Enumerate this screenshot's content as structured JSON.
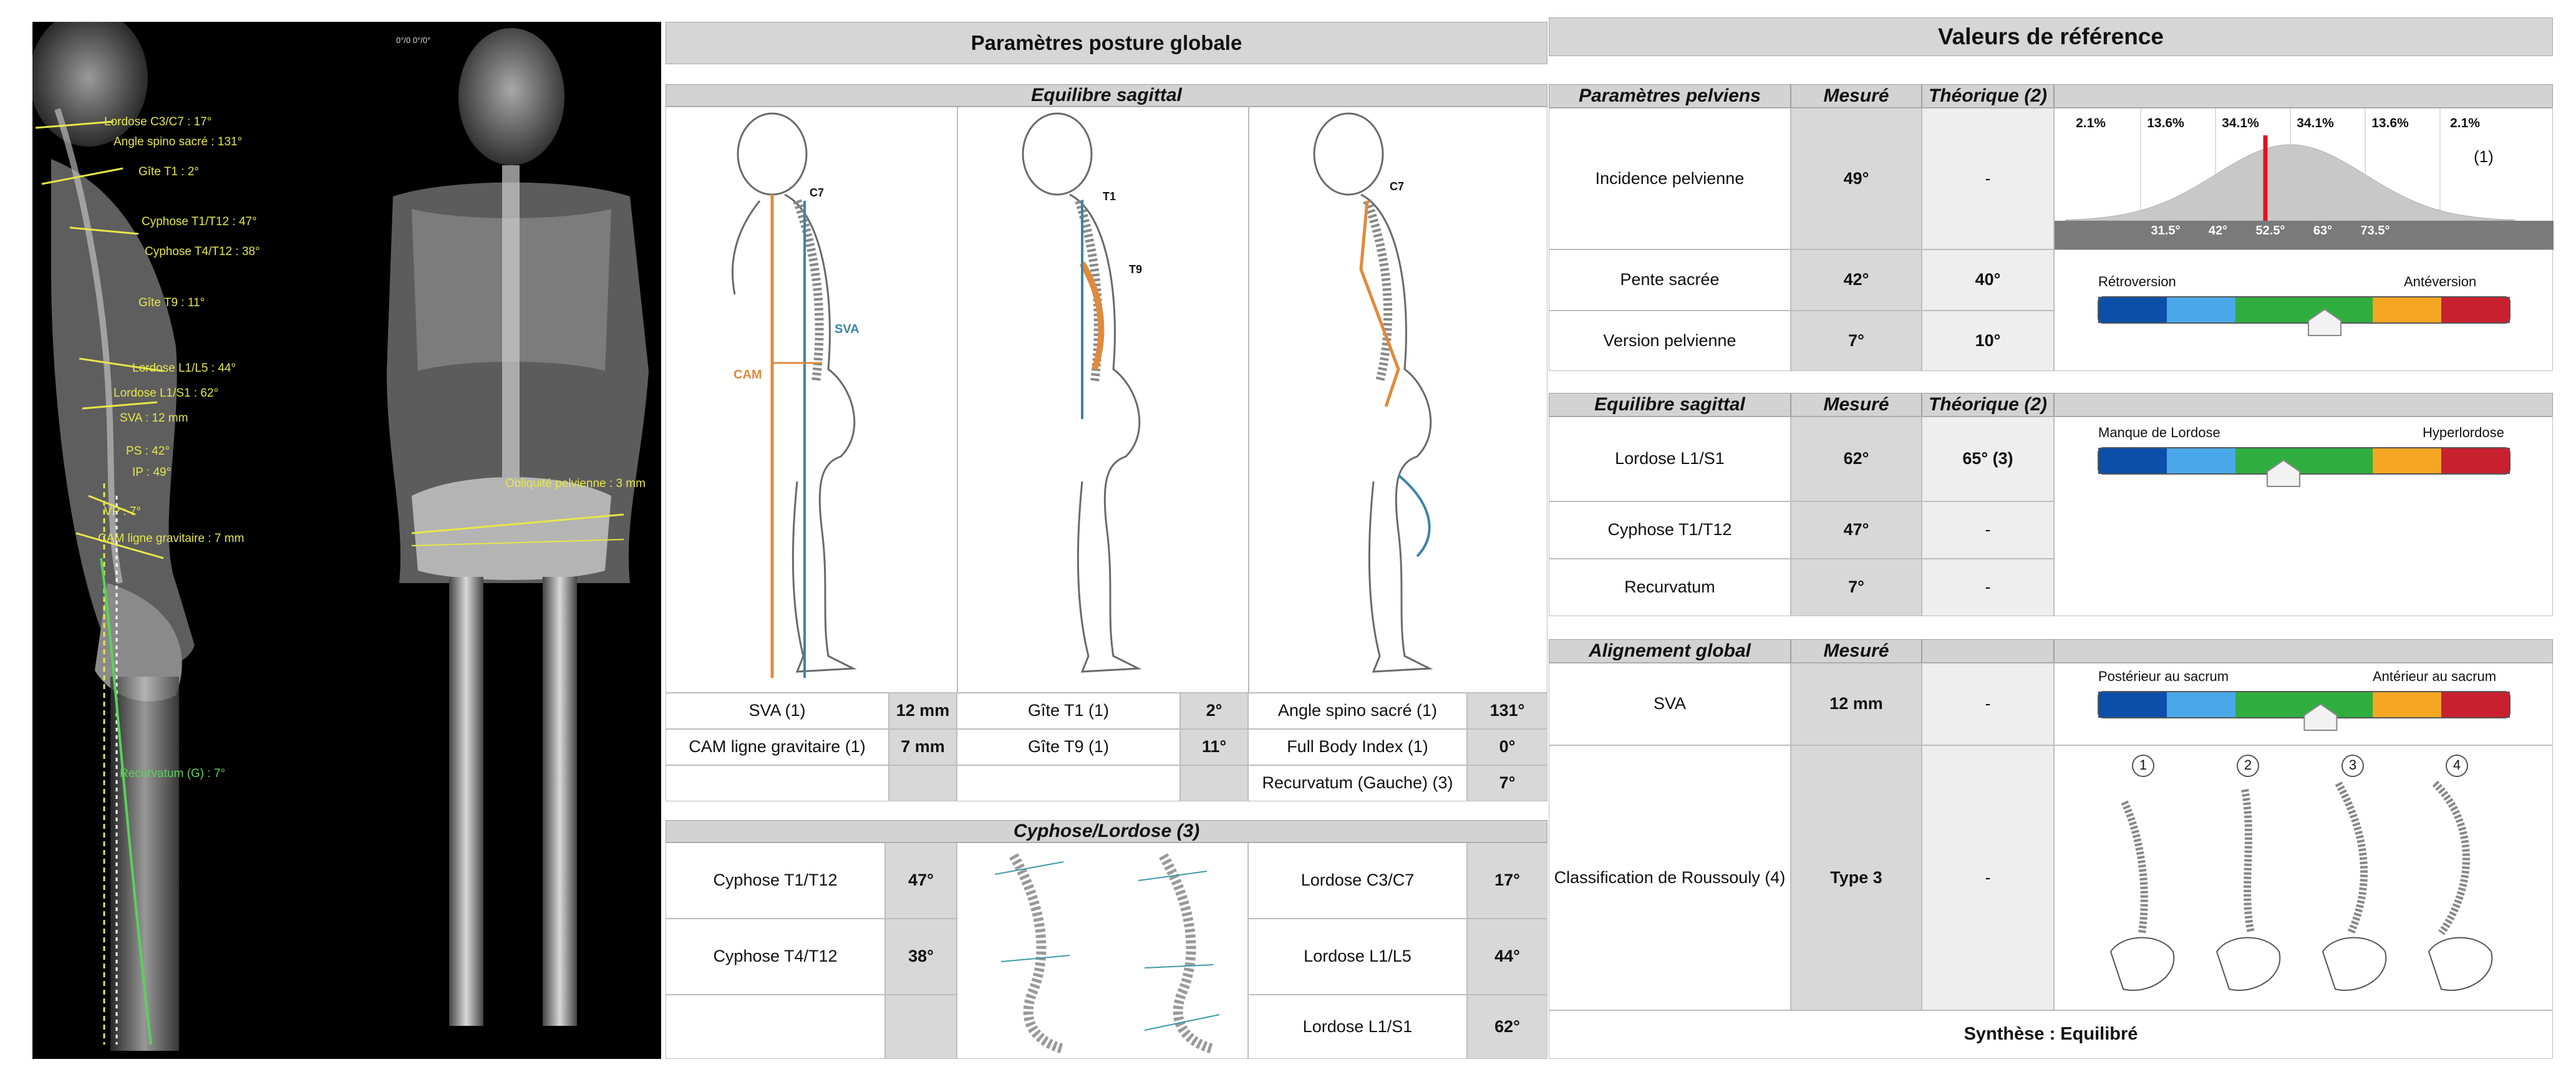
{
  "xray_lateral": {
    "annotations": [
      "Lordose C3/C7 : 17°",
      "Angle spino sacré : 131°",
      "Gîte T1 : 2°",
      "Cyphose T1/T12 : 47°",
      "Cyphose T4/T12 : 38°",
      "Gîte T9 : 11°",
      "Lordose L1/L5 : 44°",
      "Lordose L1/S1 : 62°",
      "SVA : 12 mm",
      "PS : 42°",
      "IP : 49°",
      "VP : 7°",
      "CAM ligne gravitaire : 7 mm",
      "Recurvatum (G) : 7°"
    ]
  },
  "xray_frontal": {
    "header_text": "0°/0 0°/0°",
    "annotation": "Obliquité pelvienne : 3 mm"
  },
  "left_panel": {
    "title": "Paramètres posture globale",
    "sagittal_header": "Equilibre sagittal",
    "figure_labels": {
      "c7": "C7",
      "sva": "SVA",
      "cam": "CAM",
      "t1": "T1",
      "t9": "T9",
      "c7b": "C7"
    },
    "rows": [
      [
        "SVA (1)",
        "12 mm",
        "Gîte T1 (1)",
        "2°",
        "Angle spino sacré (1)",
        "131°"
      ],
      [
        "CAM ligne gravitaire (1)",
        "7 mm",
        "Gîte T9 (1)",
        "11°",
        "Full Body Index (1)",
        "0°"
      ],
      [
        "",
        "",
        "",
        "",
        "Recurvatum (Gauche) (3)",
        "7°"
      ]
    ],
    "cyphose_header": "Cyphose/Lordose (3)",
    "cyphose_rows": [
      [
        "Cyphose T1/T12",
        "47°",
        "Lordose C3/C7",
        "17°"
      ],
      [
        "Cyphose T4/T12",
        "38°",
        "Lordose L1/L5",
        "44°"
      ],
      [
        "",
        "",
        "Lordose L1/S1",
        "62°"
      ]
    ]
  },
  "right_panel": {
    "title": "Valeurs de référence",
    "pelvic": {
      "headers": [
        "Paramètres pelviens",
        "Mesuré",
        "Théorique (2)"
      ],
      "rows": [
        [
          "Incidence pelvienne",
          "49°",
          "-"
        ],
        [
          "Pente sacrée",
          "42°",
          "40°"
        ],
        [
          "Version pelvienne",
          "7°",
          "10°"
        ]
      ]
    },
    "distribution": {
      "percents": [
        "2.1%",
        "13.6%",
        "34.1%",
        "34.1%",
        "13.6%",
        "2.1%"
      ],
      "axis": [
        "31.5°",
        "42°",
        "52.5°",
        "63°",
        "73.5°"
      ],
      "note": "(1)",
      "measured_value": 49
    },
    "gauge_pelvic": {
      "left": "Rétroversion",
      "right": "Antéversion",
      "level": 0.55
    },
    "sagittal": {
      "headers": [
        "Equilibre sagittal",
        "Mesuré",
        "Théorique (2)"
      ],
      "rows": [
        [
          "Lordose L1/S1",
          "62°",
          "65° (3)"
        ],
        [
          "Cyphose T1/T12",
          "47°",
          "-"
        ],
        [
          "Recurvatum",
          "7°",
          "-"
        ]
      ]
    },
    "gauge_lordose": {
      "left": "Manque de Lordose",
      "right": "Hyperlordose",
      "level": 0.45
    },
    "alignment": {
      "headers": [
        "Alignement global",
        "Mesuré",
        ""
      ],
      "rows": [
        [
          "SVA",
          "12 mm",
          "-"
        ],
        [
          "Classification de Roussouly (4)",
          "Type 3",
          "-"
        ]
      ]
    },
    "gauge_sva": {
      "left": "Postérieur au sacrum",
      "right": "Antérieur au sacrum",
      "level": 0.54
    },
    "roussouly_types": [
      "1",
      "2",
      "3",
      "4"
    ],
    "synthesis": "Synthèse : Equilibré"
  },
  "colors": {
    "gauge": [
      "#0b4fa8",
      "#4aa8e8",
      "#2fae3f",
      "#2fae3f",
      "#f5a623",
      "#c8202f"
    ],
    "spine_orange": "#e08a3c",
    "spine_blue": "#3d84a8",
    "marker_red": "#e0141e"
  }
}
